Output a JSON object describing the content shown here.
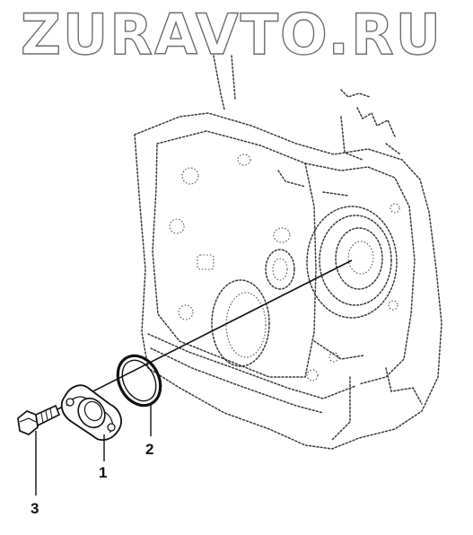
{
  "watermark": "ZURAVTO.RU",
  "callouts": [
    {
      "label": "1",
      "part": "cover-plate"
    },
    {
      "label": "2",
      "part": "o-ring"
    },
    {
      "label": "3",
      "part": "bolt"
    }
  ]
}
